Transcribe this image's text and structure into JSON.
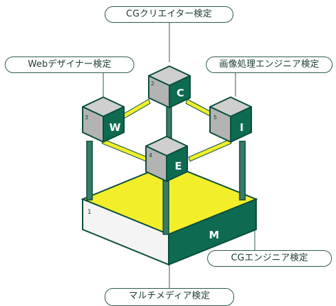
{
  "labels": {
    "cg_creator": "CGクリエイター検定",
    "web_designer": "Webデザイナー検定",
    "image_processing": "画像処理エンジニア検定",
    "cg_engineer": "CGエンジニア検定",
    "multimedia": "マルチメディア検定"
  },
  "cubes": {
    "c": {
      "letter": "C",
      "number": "2"
    },
    "w": {
      "letter": "W",
      "number": "3"
    },
    "i": {
      "letter": "I",
      "number": "5"
    },
    "e": {
      "letter": "E",
      "number": "4"
    }
  },
  "base": {
    "letter": "M",
    "number": "1"
  },
  "colors": {
    "teal": "#0e6b52",
    "dark_teal": "#0a4d3c",
    "gray_top": "#cfcfcf",
    "gray_left": "#b3b3b3",
    "yellow": "#f2ee2a",
    "base_side": "#f4f4f4",
    "line": "#2a5a4a"
  }
}
